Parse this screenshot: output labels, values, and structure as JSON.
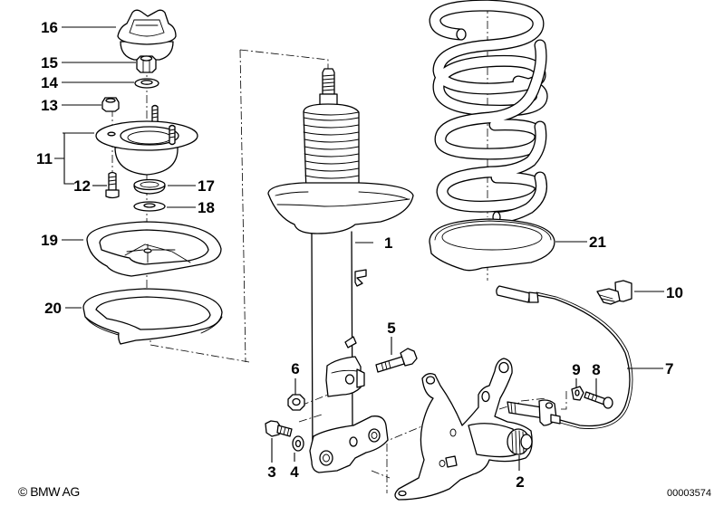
{
  "diagram": {
    "title": "Front spring strut / shock absorber assembly",
    "copyright": "© BMW AG",
    "image_number": "00003574",
    "line_color": "#000000",
    "background_color": "#ffffff"
  },
  "callouts": [
    {
      "number": "1",
      "part": "spring-strut"
    },
    {
      "number": "2",
      "part": "steering-knuckle"
    },
    {
      "number": "3",
      "part": "hex-bolt"
    },
    {
      "number": "4",
      "part": "washer"
    },
    {
      "number": "5",
      "part": "hex-bolt"
    },
    {
      "number": "6",
      "part": "self-locking-nut"
    },
    {
      "number": "7",
      "part": "abs-wheel-speed-sensor"
    },
    {
      "number": "8",
      "part": "socket-head-screw"
    },
    {
      "number": "9",
      "part": "spacer-bushing"
    },
    {
      "number": "10",
      "part": "cable-clip"
    },
    {
      "number": "11",
      "part": "strut-mount"
    },
    {
      "number": "12",
      "part": "hex-bolt"
    },
    {
      "number": "13",
      "part": "collar-nut"
    },
    {
      "number": "14",
      "part": "washer"
    },
    {
      "number": "15",
      "part": "self-locking-nut"
    },
    {
      "number": "16",
      "part": "cap"
    },
    {
      "number": "17",
      "part": "bearing-support"
    },
    {
      "number": "18",
      "part": "washer"
    },
    {
      "number": "19",
      "part": "upper-spring-pad"
    },
    {
      "number": "20",
      "part": "spring-pad"
    },
    {
      "number": "21",
      "part": "lower-spring-pad"
    }
  ]
}
